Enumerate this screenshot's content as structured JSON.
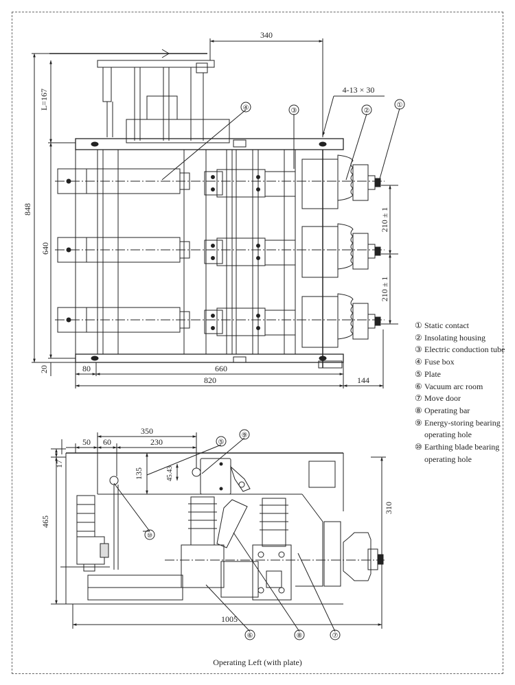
{
  "top_view": {
    "dims": {
      "d340": "340",
      "holes": "4-13 × 30",
      "L": "L=167",
      "d848": "848",
      "d640": "640",
      "d20": "20",
      "d80": "80",
      "d660": "660",
      "d820": "820",
      "d144": "144",
      "d210a": "210 ± 1",
      "d210b": "210 ± 1"
    },
    "callouts": [
      "①",
      "②",
      "③",
      "④"
    ]
  },
  "side_view": {
    "dims": {
      "d350": "350",
      "d50": "50",
      "d60": "60",
      "d230": "230",
      "d17": "17",
      "d135": "135",
      "d4543": "45.43",
      "d465": "465",
      "d310": "310",
      "d1005": "1005"
    },
    "callouts": [
      "⑤",
      "⑨",
      "⑩",
      "⑥",
      "⑧",
      "⑦"
    ]
  },
  "legend": [
    {
      "num": "①",
      "text": "Static contact"
    },
    {
      "num": "②",
      "text": "Insolating housing"
    },
    {
      "num": "③",
      "text": "Electric conduction tube"
    },
    {
      "num": "④",
      "text": "Fuse box"
    },
    {
      "num": "⑤",
      "text": "Plate"
    },
    {
      "num": "⑥",
      "text": "Vacuum arc room"
    },
    {
      "num": "⑦",
      "text": "Move door"
    },
    {
      "num": "⑧",
      "text": "Operating bar"
    },
    {
      "num": "⑨",
      "text": "Energy-storing bearing operating hole"
    },
    {
      "num": "⑩",
      "text": "Earthing blade bearing operating hole"
    }
  ],
  "caption": "Operating Left (with plate)"
}
